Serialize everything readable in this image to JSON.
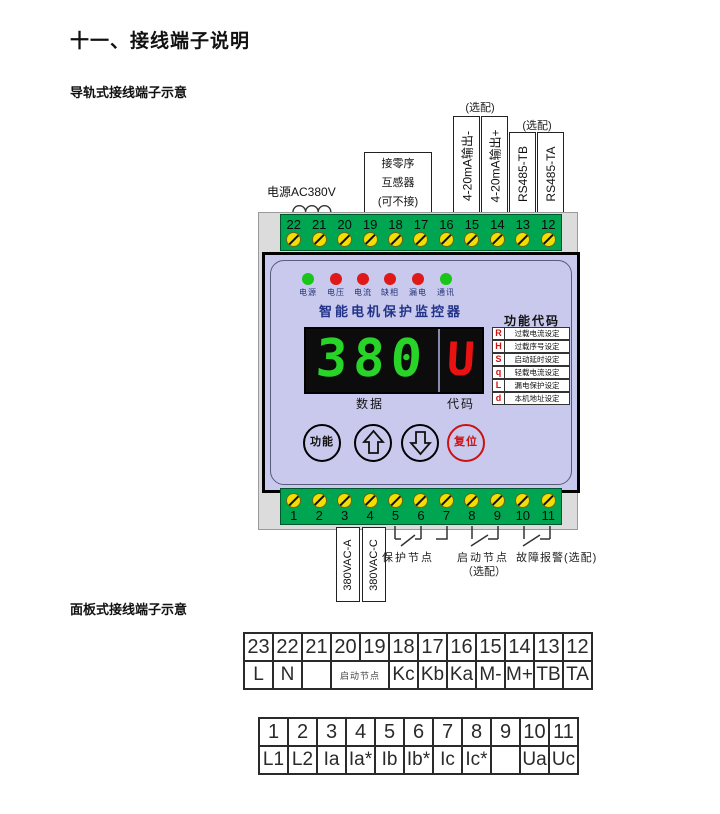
{
  "page": {
    "title": "十一、接线端子说明",
    "section1": "导轨式接线端子示意",
    "section2": "面板式接线端子示意"
  },
  "device": {
    "top_terminals": [
      "22",
      "21",
      "20",
      "19",
      "18",
      "17",
      "16",
      "15",
      "14",
      "13",
      "12"
    ],
    "bottom_terminals": [
      "1",
      "2",
      "3",
      "4",
      "5",
      "6",
      "7",
      "8",
      "9",
      "10",
      "11"
    ],
    "top_labels": {
      "power": "电源AC380V",
      "zero_seq_lines": [
        "接零序",
        "互感器",
        "(可不接)"
      ],
      "optional_420": "(选配)",
      "out_minus": "4-20mA输出-",
      "out_plus": "4-20mA输出+",
      "optional_rs485": "(选配)",
      "rs485_tb": "RS485-TB",
      "rs485_ta": "RS485-TA"
    },
    "panel": {
      "leds": [
        {
          "label": "电源",
          "color": "#18c518"
        },
        {
          "label": "电压",
          "color": "#e01818"
        },
        {
          "label": "电流",
          "color": "#e01818"
        },
        {
          "label": "缺相",
          "color": "#e01818"
        },
        {
          "label": "漏电",
          "color": "#e01818"
        },
        {
          "label": "通讯",
          "color": "#18c518"
        }
      ],
      "title": "智能电机保护监控器",
      "display": {
        "data_value": "380",
        "code_value": "U",
        "data_label": "数据",
        "code_label": "代码"
      },
      "function_codes": {
        "header": "功能代码",
        "rows": [
          {
            "code": "R",
            "desc": "过载电流设定"
          },
          {
            "code": "H",
            "desc": "过载序号设定"
          },
          {
            "code": "S",
            "desc": "启动延时设定"
          },
          {
            "code": "q",
            "desc": "轻载电流设定"
          },
          {
            "code": "L",
            "desc": "漏电保护设定"
          },
          {
            "code": "d",
            "desc": "本机地址设定"
          }
        ]
      },
      "buttons": {
        "func": "功能",
        "reset": "复位"
      }
    },
    "bottom_labels": {
      "vac_a": "380VAC-A",
      "vac_c": "380VAC-C",
      "protect": "保护节点",
      "start": "启动节点",
      "start_opt": "（选配）",
      "alarm": "故障报警(选配)"
    }
  },
  "tables": {
    "panel_top": {
      "numbers": [
        "23",
        "22",
        "21",
        "20",
        "19",
        "18",
        "17",
        "16",
        "15",
        "14",
        "13",
        "12"
      ],
      "cells": [
        {
          "text": "L"
        },
        {
          "text": "N"
        },
        {
          "text": ""
        },
        {
          "text": "启动节点",
          "colspan": 2,
          "small": true
        },
        {
          "text": "Kc"
        },
        {
          "text": "Kb"
        },
        {
          "text": "Ka"
        },
        {
          "text": "M-"
        },
        {
          "text": "M+"
        },
        {
          "text": "TB"
        },
        {
          "text": "TA"
        }
      ]
    },
    "panel_bottom": {
      "numbers": [
        "1",
        "2",
        "3",
        "4",
        "5",
        "6",
        "7",
        "8",
        "9",
        "10",
        "11"
      ],
      "cells": [
        {
          "text": "L1"
        },
        {
          "text": "L2"
        },
        {
          "text": "Ia"
        },
        {
          "text": "Ia*"
        },
        {
          "text": "Ib"
        },
        {
          "text": "Ib*"
        },
        {
          "text": "Ic"
        },
        {
          "text": "Ic*"
        },
        {
          "text": ""
        },
        {
          "text": "Ua"
        },
        {
          "text": "Uc"
        }
      ]
    }
  },
  "colors": {
    "strip_green": "#00a551",
    "screw_yellow": "#f2de00",
    "panel_face": "#c9c9ee",
    "display_green": "#28d428",
    "display_red": "#e81212",
    "accent_red": "#cc1111"
  }
}
